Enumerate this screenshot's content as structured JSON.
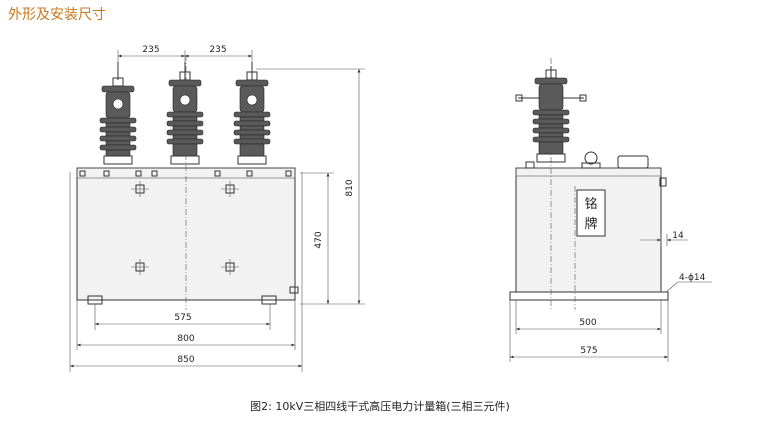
{
  "section_title": "外形及安装尺寸",
  "front_view": {
    "dim_top_left": "235",
    "dim_top_right": "235",
    "dim_height_total": "810",
    "dim_height_box": "470",
    "dim_width_575": "575",
    "dim_width_800": "800",
    "dim_width_850": "850"
  },
  "side_view": {
    "nameplate_line1": "铭",
    "nameplate_line2": "牌",
    "dim_14": "14",
    "dim_holes": "4-ϕ14",
    "dim_width_500": "500",
    "dim_width_575": "575"
  },
  "caption": "图2: 10kV三相四线干式高压电力计量箱(三相三元件)"
}
